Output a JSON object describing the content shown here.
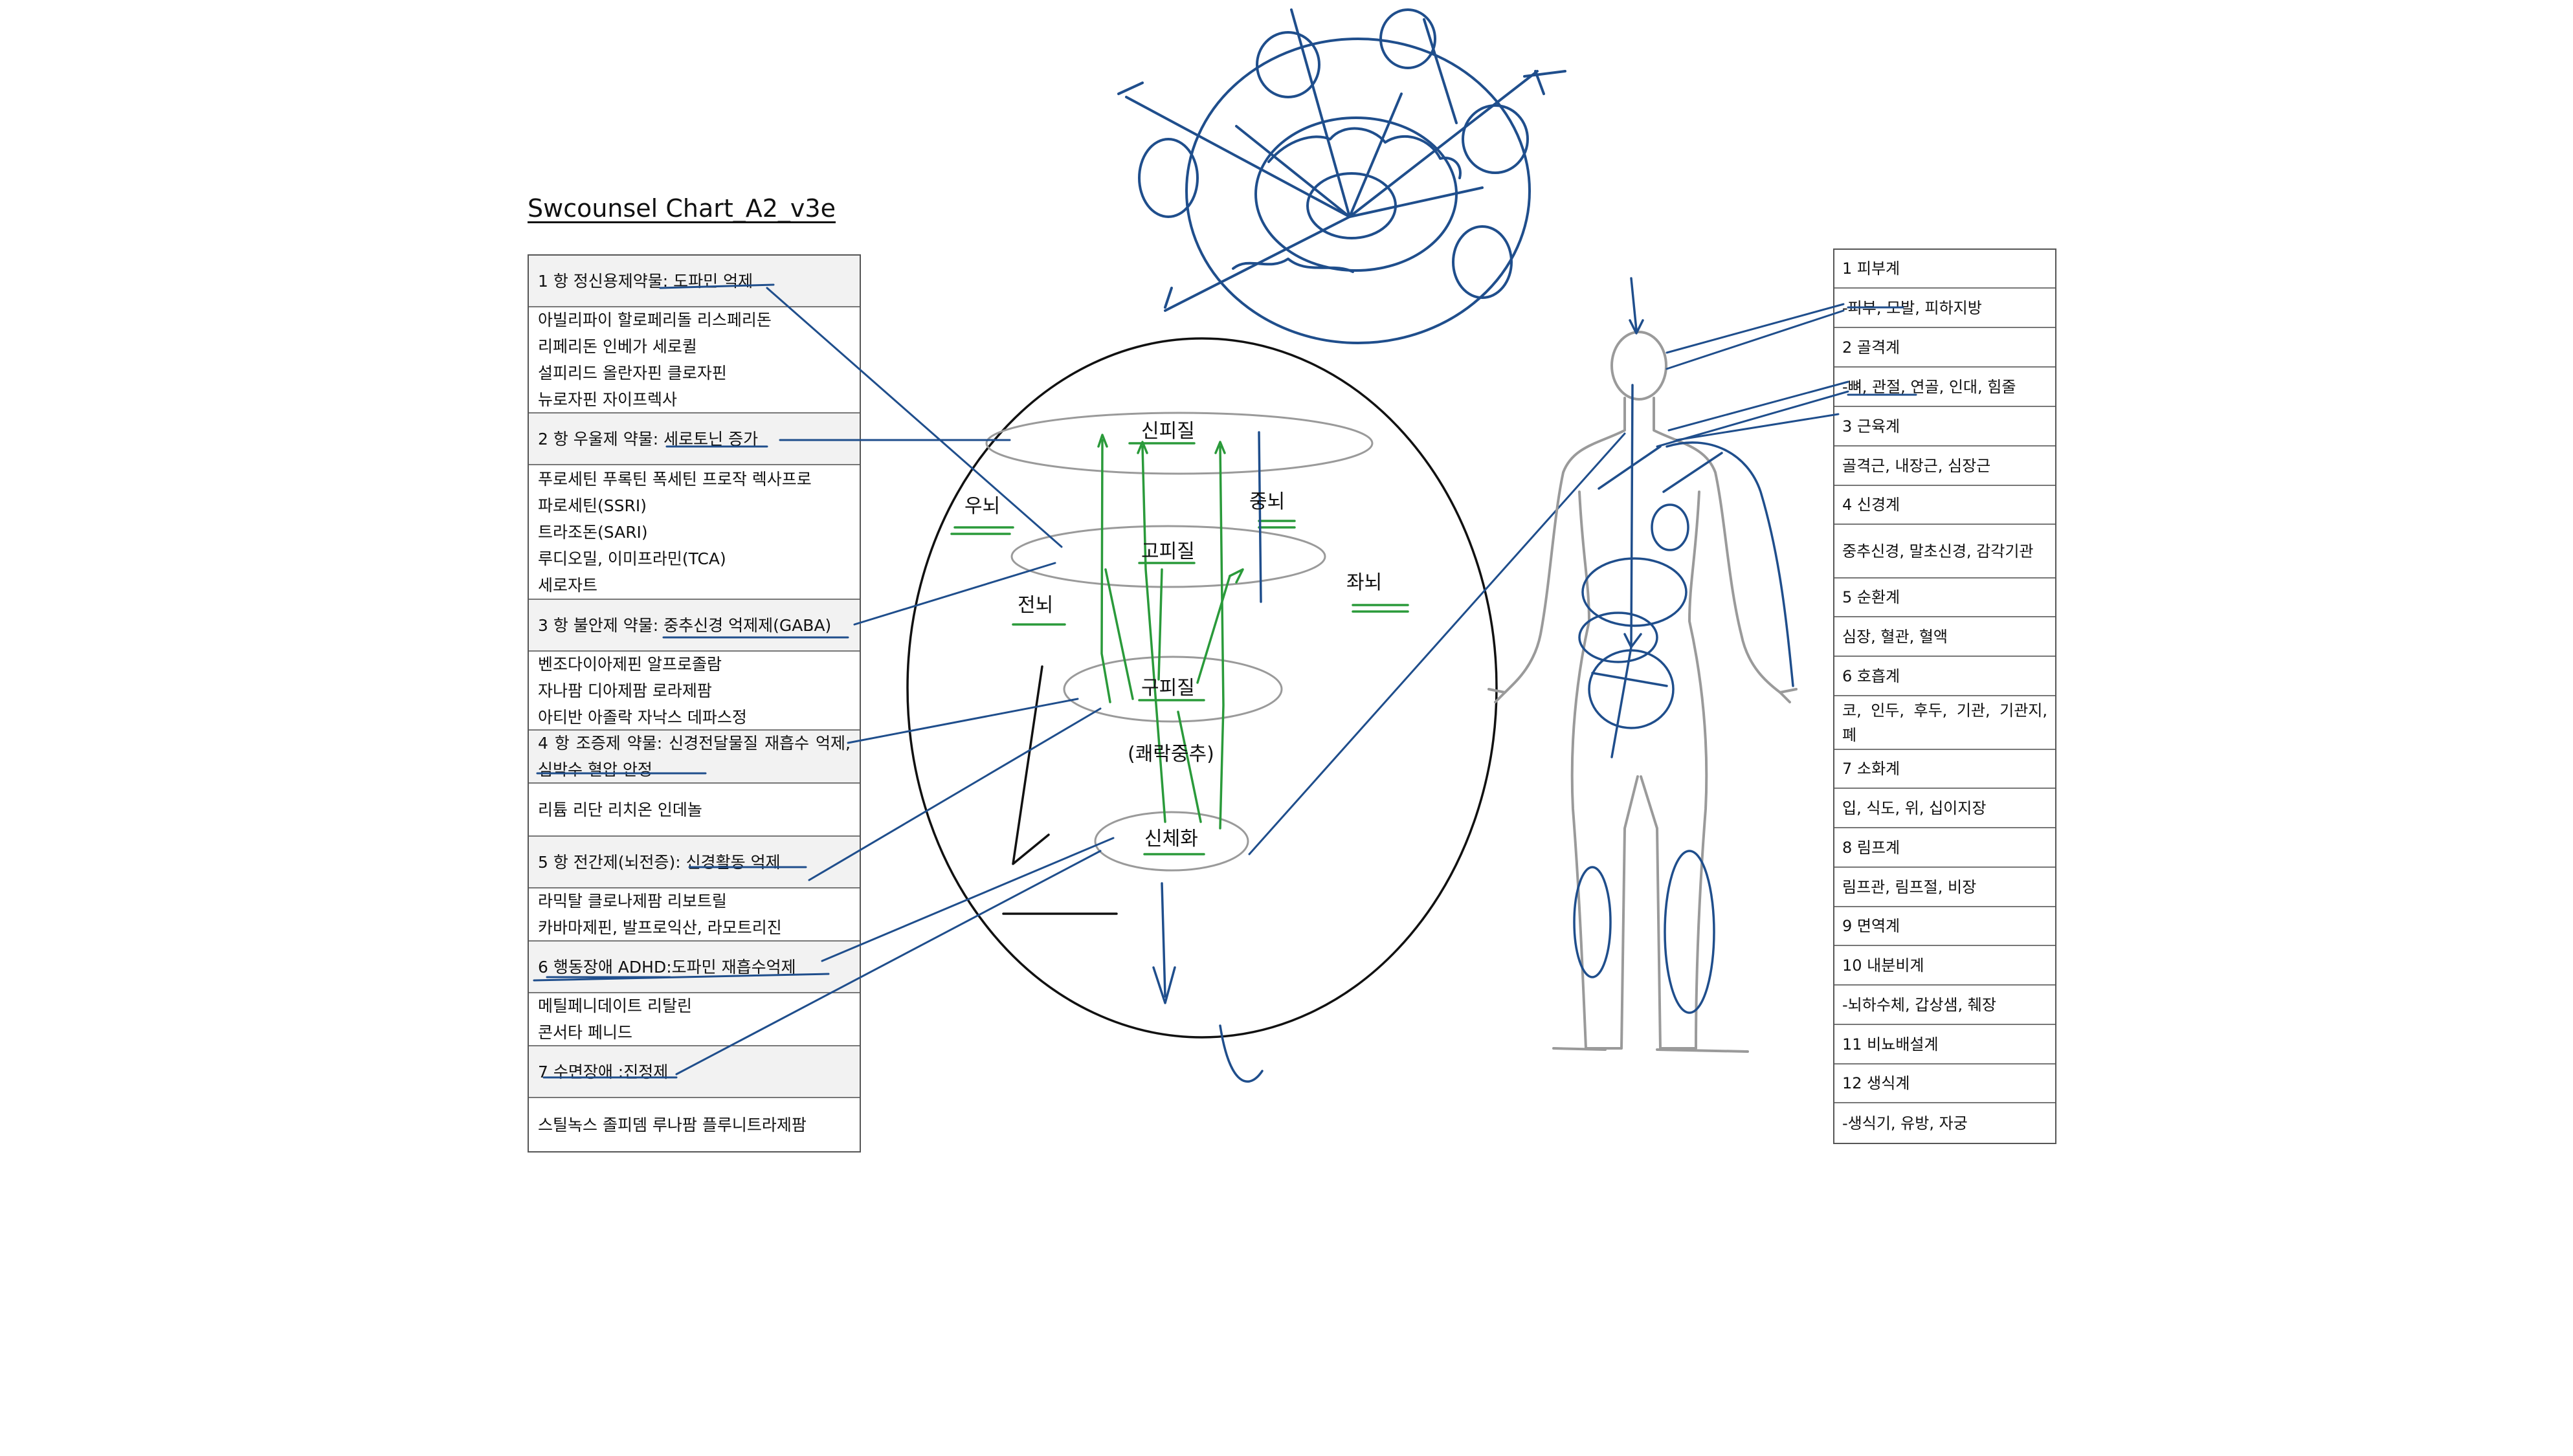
{
  "title": "Swcounsel Chart_A2_v3e",
  "drug_table": [
    {
      "type": "header",
      "text": "1 항 정신용제약물: 도파민 억제"
    },
    {
      "type": "body",
      "lines": [
        "아빌리파이 할로페리돌 리스페리돈",
        "리페리돈 인베가 세로퀼",
        "설피리드 올란자핀 클로자핀",
        "뉴로자핀 자이프렉사"
      ]
    },
    {
      "type": "header",
      "text": "2 항 우울제 약물: 세로토닌 증가"
    },
    {
      "type": "body",
      "lines": [
        "푸로세틴 푸록틴 폭세틴 프로작 렉사프로",
        "파로세틴(SSRI)",
        "트라조돈(SARI)",
        "루디오밀, 이미프라민(TCA)",
        "세로자트"
      ]
    },
    {
      "type": "header",
      "text": "3 항 불안제 약물: 중추신경 억제제(GABA)"
    },
    {
      "type": "body",
      "lines": [
        "벤조다이아제핀 알프로졸람",
        "자나팜 디아제팜 로라제팜",
        "아티반 아졸락 자낙스 데파스정"
      ]
    },
    {
      "type": "header",
      "text": "4 항 조증제 약물: 신경전달물질 재흡수 억제, 심박수 혈압 안정"
    },
    {
      "type": "body",
      "lines": [
        "리튬 리단 리치온 인데놀"
      ]
    },
    {
      "type": "header",
      "text": "5 항 전간제(뇌전증): 신경활동 억제"
    },
    {
      "type": "body",
      "lines": [
        "라믹탈 클로나제팜 리보트릴",
        "카바마제핀, 발프로익산, 라모트리진"
      ]
    },
    {
      "type": "header",
      "text": "6 행동장애 ADHD:도파민 재흡수억제"
    },
    {
      "type": "body",
      "lines": [
        "메틸페니데이트 리탈린",
        "콘서타 페니드"
      ]
    },
    {
      "type": "header",
      "text": "7 수면장애 :진정제"
    },
    {
      "type": "body",
      "lines": [
        "스틸녹스 졸피뎀 루나팜 플루니트라제팜"
      ]
    }
  ],
  "body_table": [
    "1 피부계",
    "-피부, 모발, 피하지방",
    "2 골격계",
    "-뼈, 관절, 연골, 인대, 힘줄",
    "3 근육계",
    "골격근, 내장근, 심장근",
    "4 신경계",
    "중추신경, 말초신경, 감각기관",
    "5 순환계",
    "심장, 혈관, 혈액",
    "6 호흡계",
    "코, 인두, 후두, 기관, 기관지, 폐",
    "7 소화계",
    "입, 식도, 위, 십이지장",
    "8 림프계",
    "림프관, 림프절, 비장",
    "9 면역계",
    "10 내분비계",
    "-뇌하수체, 갑상샘, 췌장",
    "11 비뇨배설계",
    "12 생식계",
    "-생식기, 유방, 자궁"
  ],
  "brain_labels": {
    "cortex_new": "신피질",
    "right_brain": "우뇌",
    "mid_brain": "중뇌",
    "cortex_old": "고피질",
    "fore_brain": "전뇌",
    "left_brain": "좌뇌",
    "cortex_ancient": "구피질",
    "pleasure_center": "(쾌락중추)",
    "somatization": "신체화"
  },
  "colors": {
    "ink_blue": "#1f4e8c",
    "ink_green": "#2a9a3a",
    "outline_gray": "#9a9a9a",
    "text": "#111111"
  }
}
